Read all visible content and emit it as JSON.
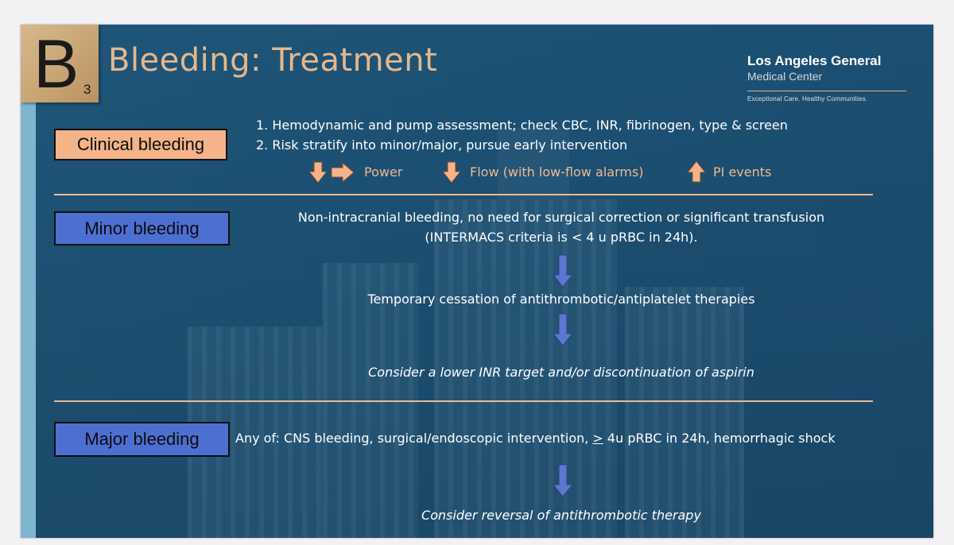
{
  "tile": {
    "letter": "B",
    "number": "3"
  },
  "title": "Bleeding: Treatment",
  "logo": {
    "name": "Los Angeles General",
    "subtitle": "Medical Center",
    "tagline": "Exceptional Care. Healthy Communities."
  },
  "clinical": {
    "label": "Clinical bleeding",
    "steps": [
      "1. Hemodynamic and pump assessment; check CBC, INR, fibrinogen, type & screen",
      "2. Risk stratify into minor/major, pursue early intervention"
    ],
    "indicators": [
      {
        "label": "Power",
        "arrows": "down-right"
      },
      {
        "label": "Flow (with low-flow alarms)",
        "arrows": "down"
      },
      {
        "label": "PI events",
        "arrows": "up"
      }
    ]
  },
  "minor": {
    "label": "Minor bleeding",
    "line1": "Non-intracranial bleeding, no need for surgical correction or significant transfusion",
    "line2": "(INTERMACS criteria is < 4 u pRBC in 24h).",
    "step1": "Temporary cessation of antithrombotic/antiplatelet therapies",
    "step2": "Consider a lower INR target and/or discontinuation of aspirin"
  },
  "major": {
    "label": "Major bleeding",
    "criteria_pre": "Any of: CNS bleeding, surgical/endoscopic intervention, ",
    "criteria_ge": ">",
    "criteria_post": " 4u pRBC in 24h, hemorrhagic shock",
    "step1": "Consider reversal of antithrombotic therapy"
  },
  "colors": {
    "background": "#1d5275",
    "accent_orange": "#f4b389",
    "accent_blue": "#4e6fd2",
    "flow_arrow": "#5b78d0",
    "title": "#e5b88d"
  }
}
